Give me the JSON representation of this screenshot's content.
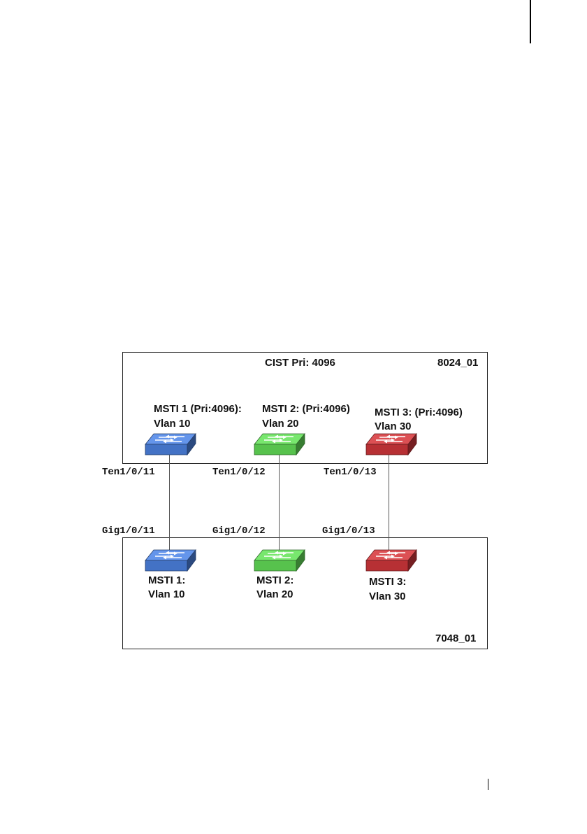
{
  "diagram": {
    "top_switch": {
      "name": "8024_01",
      "cist_label": "CIST Pri: 4096",
      "instances": [
        {
          "title": "MSTI 1 (Pri:4096):",
          "vlan": "Vlan 10",
          "port": "Ten1/0/11",
          "color": "#4f86e8"
        },
        {
          "title": "MSTI 2: (Pri:4096)",
          "vlan": "Vlan 20",
          "port": "Ten1/0/12",
          "color": "#66e45a"
        },
        {
          "title": "MSTI 3: (Pri:4096)",
          "vlan": "Vlan 30",
          "port": "Ten1/0/13",
          "color": "#d7383d"
        }
      ]
    },
    "bottom_switch": {
      "name": "7048_01",
      "instances": [
        {
          "title": "MSTI 1:",
          "vlan": "Vlan 10",
          "port": "Gig1/0/11",
          "color": "#4f86e8"
        },
        {
          "title": "MSTI 2:",
          "vlan": "Vlan 20",
          "port": "Gig1/0/12",
          "color": "#66e45a"
        },
        {
          "title": "MSTI 3:",
          "vlan": "Vlan 30",
          "port": "Gig1/0/13",
          "color": "#d7383d"
        }
      ]
    },
    "icons": {
      "switch": "network-switch-icon"
    }
  }
}
